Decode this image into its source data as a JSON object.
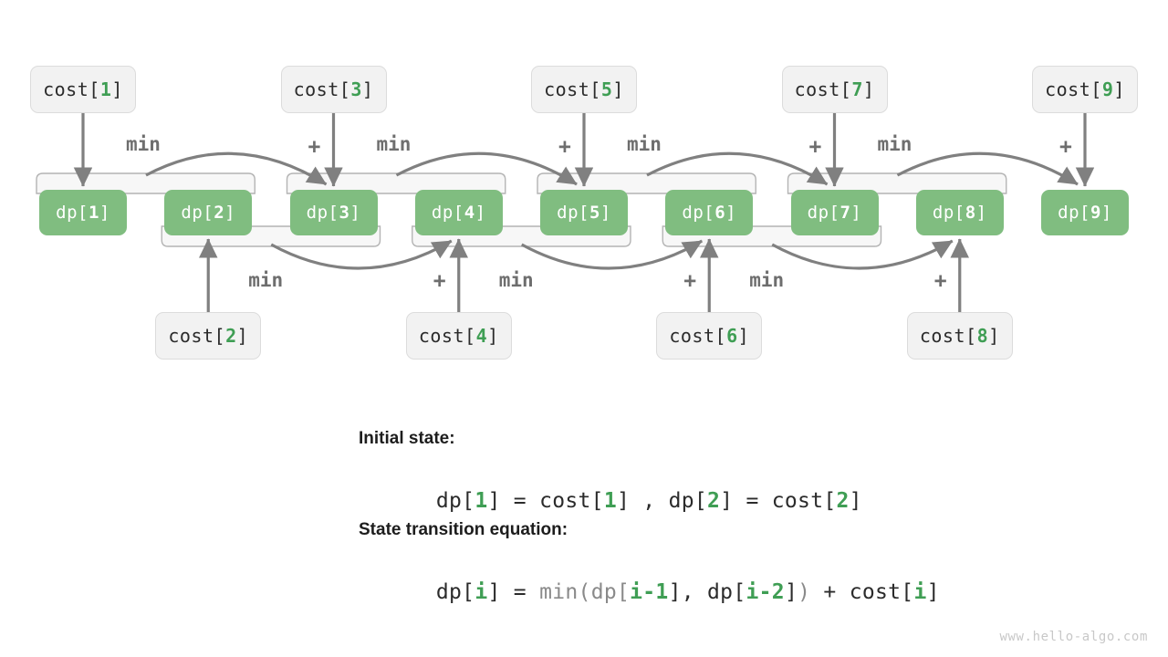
{
  "diagram": {
    "title": "Min Cost Climbing Stairs DP Diagram",
    "colors": {
      "dp_box": "#80bd80",
      "cost_box": "#f2f2f2",
      "accent_index": "#3f9e54",
      "arrow": "#808080",
      "bracket": "#b4b4b4"
    },
    "dp_nodes": [
      {
        "label_prefix": "dp[",
        "index": "1",
        "label_suffix": "]",
        "full": "dp[1]"
      },
      {
        "label_prefix": "dp[",
        "index": "2",
        "label_suffix": "]",
        "full": "dp[2]"
      },
      {
        "label_prefix": "dp[",
        "index": "3",
        "label_suffix": "]",
        "full": "dp[3]"
      },
      {
        "label_prefix": "dp[",
        "index": "4",
        "label_suffix": "]",
        "full": "dp[4]"
      },
      {
        "label_prefix": "dp[",
        "index": "5",
        "label_suffix": "]",
        "full": "dp[5]"
      },
      {
        "label_prefix": "dp[",
        "index": "6",
        "label_suffix": "]",
        "full": "dp[6]"
      },
      {
        "label_prefix": "dp[",
        "index": "7",
        "label_suffix": "]",
        "full": "dp[7]"
      },
      {
        "label_prefix": "dp[",
        "index": "8",
        "label_suffix": "]",
        "full": "dp[8]"
      },
      {
        "label_prefix": "dp[",
        "index": "9",
        "label_suffix": "]",
        "full": "dp[9]"
      }
    ],
    "cost_nodes_top": [
      {
        "label_prefix": "cost[",
        "index": "1",
        "label_suffix": "]",
        "full": "cost[1]"
      },
      {
        "label_prefix": "cost[",
        "index": "3",
        "label_suffix": "]",
        "full": "cost[3]"
      },
      {
        "label_prefix": "cost[",
        "index": "5",
        "label_suffix": "]",
        "full": "cost[5]"
      },
      {
        "label_prefix": "cost[",
        "index": "7",
        "label_suffix": "]",
        "full": "cost[7]"
      },
      {
        "label_prefix": "cost[",
        "index": "9",
        "label_suffix": "]",
        "full": "cost[9]"
      }
    ],
    "cost_nodes_bottom": [
      {
        "label_prefix": "cost[",
        "index": "2",
        "label_suffix": "]",
        "full": "cost[2]"
      },
      {
        "label_prefix": "cost[",
        "index": "4",
        "label_suffix": "]",
        "full": "cost[4]"
      },
      {
        "label_prefix": "cost[",
        "index": "6",
        "label_suffix": "]",
        "full": "cost[6]"
      },
      {
        "label_prefix": "cost[",
        "index": "8",
        "label_suffix": "]",
        "full": "cost[8]"
      }
    ],
    "op_labels_top": [
      {
        "min": "min",
        "plus": "+"
      },
      {
        "min": "min",
        "plus": "+"
      },
      {
        "min": "min",
        "plus": "+"
      },
      {
        "min": "min",
        "plus": "+"
      }
    ],
    "op_labels_bottom": [
      {
        "min": "min",
        "plus": "+"
      },
      {
        "min": "min",
        "plus": "+"
      },
      {
        "min": "min",
        "plus": "+"
      }
    ]
  },
  "legend": {
    "initial_state_caption": "Initial state:",
    "initial_state_formula": {
      "seg1": "dp[",
      "i1": "1",
      "seg2": "] = cost[",
      "i2": "1",
      "seg3": "] , dp[",
      "i3": "2",
      "seg4": "] = cost[",
      "i4": "2",
      "seg5": "]"
    },
    "transition_caption": "State transition equation:",
    "transition_formula": {
      "seg1": "dp[",
      "i1": "i",
      "seg2": "] = ",
      "fn": "min",
      "seg3": "(dp[",
      "i2": "i-1",
      "seg4": "], dp[",
      "i3": "i-2",
      "seg5": "]",
      "seg6": ")",
      "seg7": " + cost[",
      "i4": "i",
      "seg8": "]"
    }
  },
  "watermark": "www.hello-algo.com"
}
